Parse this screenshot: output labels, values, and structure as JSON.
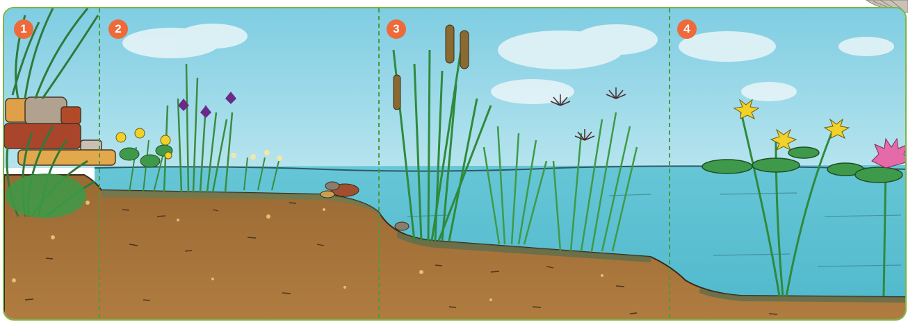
{
  "zones": [
    {
      "number": "1"
    },
    {
      "number": "2"
    },
    {
      "number": "3"
    },
    {
      "number": "4"
    }
  ],
  "colors": {
    "frame_border": "#7ab648",
    "badge": "#ee6a3a",
    "sky": "#8fd3e6",
    "water": "#5fc3d3",
    "soil": "#a8743a",
    "divider": "#4c9a3c"
  }
}
